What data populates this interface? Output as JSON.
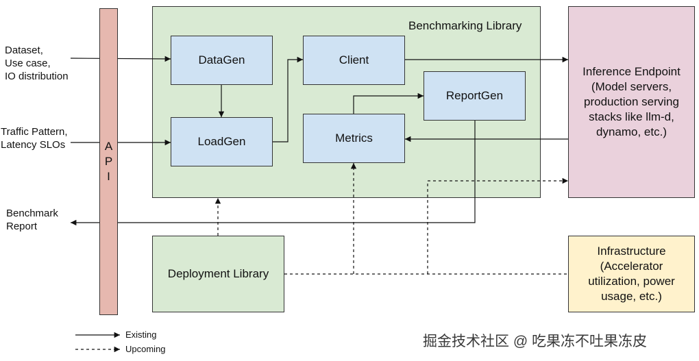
{
  "api_bar": {
    "label": "A\nP\nI"
  },
  "benchmarking_library": {
    "title": "Benchmarking Library"
  },
  "components": {
    "datagen": "DataGen",
    "loadgen": "LoadGen",
    "client": "Client",
    "metrics": "Metrics",
    "reportgen": "ReportGen"
  },
  "inference_endpoint": {
    "label": "Inference Endpoint\n(Model servers,\nproduction serving\nstacks like llm-d,\ndynamo, etc.)"
  },
  "infrastructure": {
    "label": "Infrastructure\n(Accelerator\nutilization, power\nusage, etc.)"
  },
  "deployment_library": {
    "label": "Deployment Library"
  },
  "inputs": {
    "dataset": "Dataset,\nUse case,\nIO distribution",
    "traffic": "Traffic Pattern,\nLatency SLOs",
    "report": "Benchmark\nReport"
  },
  "legend": {
    "existing": "Existing",
    "upcoming": "Upcoming"
  },
  "watermark": "掘金技术社区 @ 吃果冻不吐果冻皮",
  "colors": {
    "library_green": "#d9ead3",
    "component_blue": "#cfe2f3",
    "api_pink": "#e6b8af",
    "endpoint_mauve": "#ead1dc",
    "infra_yellow": "#fff2cc"
  }
}
